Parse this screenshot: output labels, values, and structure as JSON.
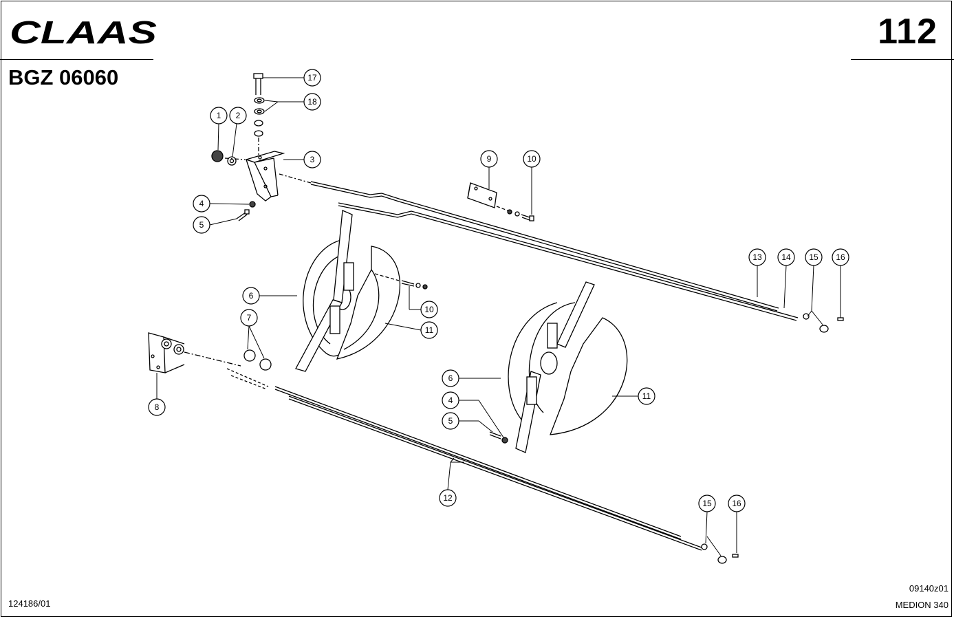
{
  "header": {
    "brand": "CLAAS",
    "page_number": "112",
    "document_code": "BGZ 06060"
  },
  "footer": {
    "part_code": "124186/01",
    "drawing_ref": "09140z01",
    "model": "MEDION 340"
  },
  "callouts": [
    "1",
    "2",
    "17",
    "18",
    "3",
    "4",
    "5",
    "9",
    "10",
    "6",
    "10",
    "11",
    "7",
    "8",
    "13",
    "14",
    "15",
    "16",
    "6",
    "4",
    "5",
    "11",
    "12",
    "15",
    "16"
  ]
}
